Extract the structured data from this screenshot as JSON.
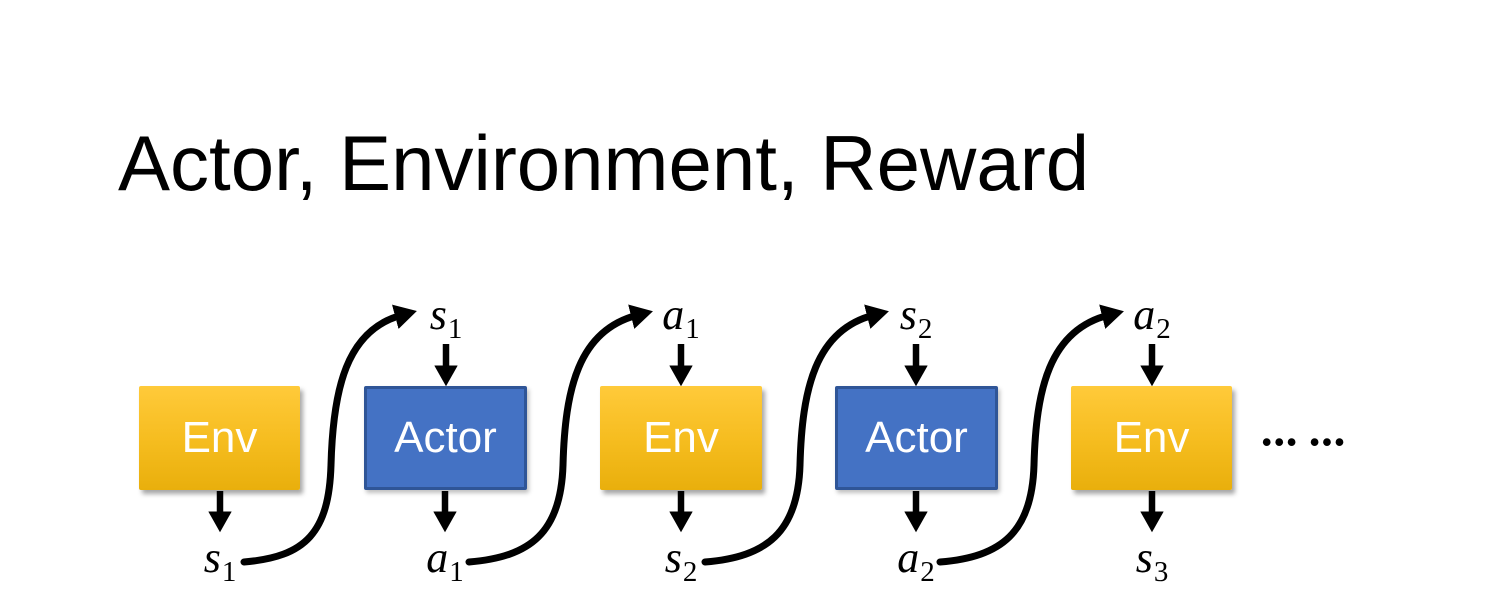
{
  "title": "Actor, Environment, Reward",
  "diagram": {
    "boxes": [
      {
        "id": "env-1",
        "label": "Env",
        "kind": "env"
      },
      {
        "id": "actor-1",
        "label": "Actor",
        "kind": "actor"
      },
      {
        "id": "env-2",
        "label": "Env",
        "kind": "env"
      },
      {
        "id": "actor-2",
        "label": "Actor",
        "kind": "actor"
      },
      {
        "id": "env-3",
        "label": "Env",
        "kind": "env"
      }
    ],
    "top_labels": [
      {
        "base": "s",
        "sub": "1"
      },
      {
        "base": "a",
        "sub": "1"
      },
      {
        "base": "s",
        "sub": "2"
      },
      {
        "base": "a",
        "sub": "2"
      }
    ],
    "bottom_labels": [
      {
        "base": "s",
        "sub": "1"
      },
      {
        "base": "a",
        "sub": "1"
      },
      {
        "base": "s",
        "sub": "2"
      },
      {
        "base": "a",
        "sub": "2"
      },
      {
        "base": "s",
        "sub": "3"
      }
    ],
    "ellipsis": "••• •••"
  },
  "colors": {
    "env_gradient_top": "#FFCA3A",
    "env_gradient_bottom": "#E9AF0C",
    "actor_fill": "#4472C4",
    "actor_border": "#2F5597",
    "arrow": "#000000",
    "box_text": "#FFFFFF",
    "title_text": "#000000",
    "background": "#FFFFFF"
  }
}
